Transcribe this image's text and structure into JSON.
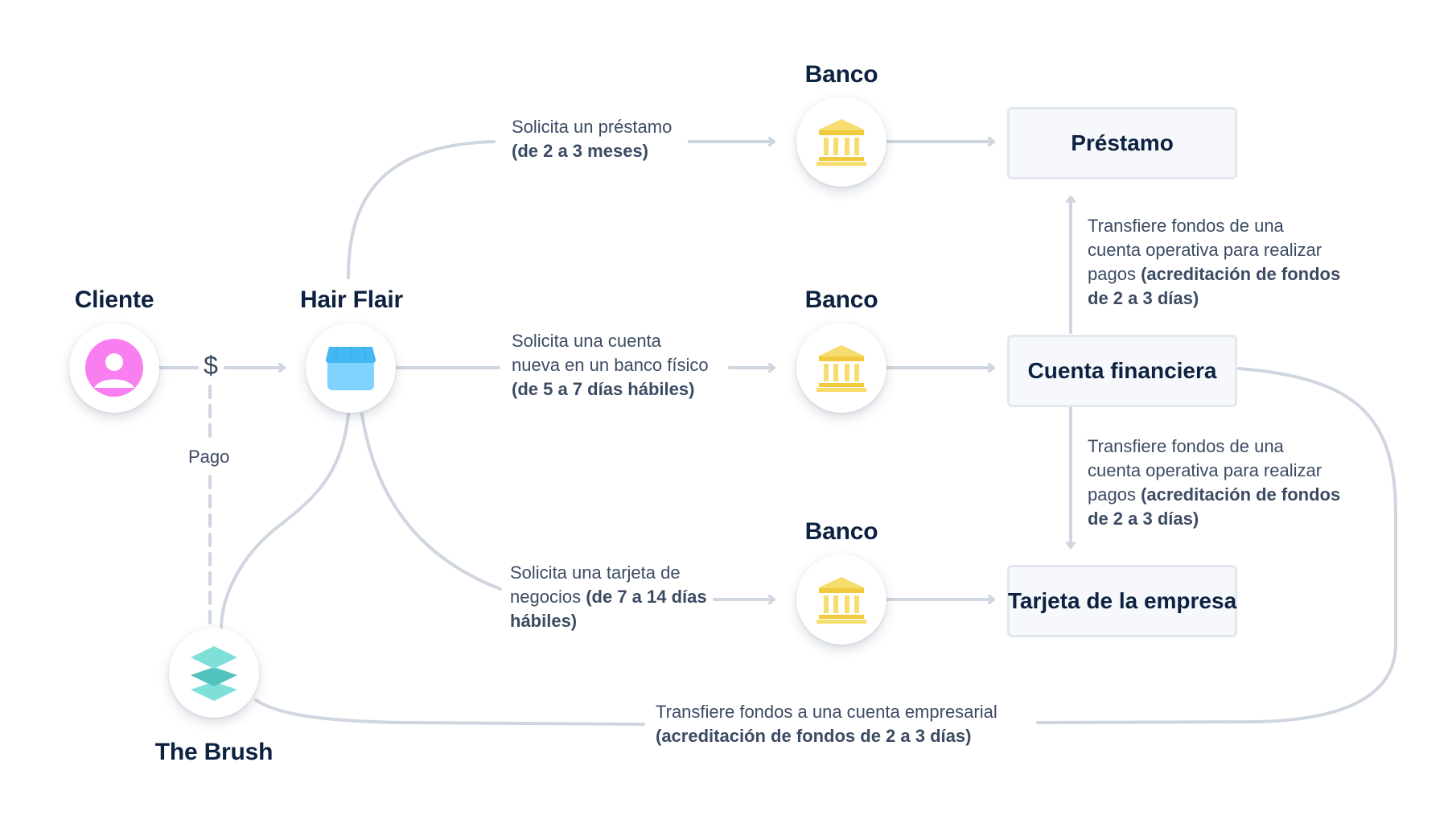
{
  "nodes": {
    "cliente": {
      "title": "Cliente",
      "icon": "person-icon"
    },
    "hair_flair": {
      "title": "Hair Flair",
      "icon": "storefront-icon"
    },
    "the_brush": {
      "title": "The Brush",
      "icon": "stacked-layers-icon"
    },
    "banco_1": {
      "title": "Banco",
      "icon": "bank-icon"
    },
    "banco_2": {
      "title": "Banco",
      "icon": "bank-icon"
    },
    "banco_3": {
      "title": "Banco",
      "icon": "bank-icon"
    }
  },
  "boxes": {
    "prestamo": "Préstamo",
    "cuenta_financiera": "Cuenta financiera",
    "tarjeta_empresa": "Tarjeta de la empresa"
  },
  "labels": {
    "dollar": "$",
    "pago": "Pago",
    "loan_request": {
      "line1": "Solicita un préstamo",
      "bold": "(de 2 a 3 meses)"
    },
    "account_request": {
      "line1": "Solicita una cuenta",
      "line2": "nueva en un banco físico",
      "bold": "(de 5 a 7 días hábiles)"
    },
    "card_request": {
      "line1": "Solicita una tarjeta de",
      "line2": "negocios",
      "bold1": "(de 7 a 14 días",
      "bold2": "hábiles)"
    },
    "transfer_up": {
      "line1": "Transfiere fondos de una",
      "line2": "cuenta operativa para realizar",
      "line3": "pagos",
      "bold1": "(acreditación de fondos",
      "bold2": "de 2 a 3 días)"
    },
    "transfer_down": {
      "line1": "Transfiere fondos de una",
      "line2": "cuenta operativa para realizar",
      "line3": "pagos",
      "bold1": "(acreditación de fondos",
      "bold2": "de 2 a 3 días)"
    },
    "transfer_business": {
      "line1": "Transfiere fondos a una cuenta empresarial",
      "bold": "(acreditación de fondos de 2 a 3 días)"
    }
  },
  "colors": {
    "line": "#cfd6df",
    "title": "#0d2140",
    "text": "#3c4b63",
    "person": "#f97ef0",
    "store": "#7fd3ff",
    "store_awning": "#44b8f2",
    "bank": "#f7dc6f",
    "layers": "#7fe0da"
  }
}
